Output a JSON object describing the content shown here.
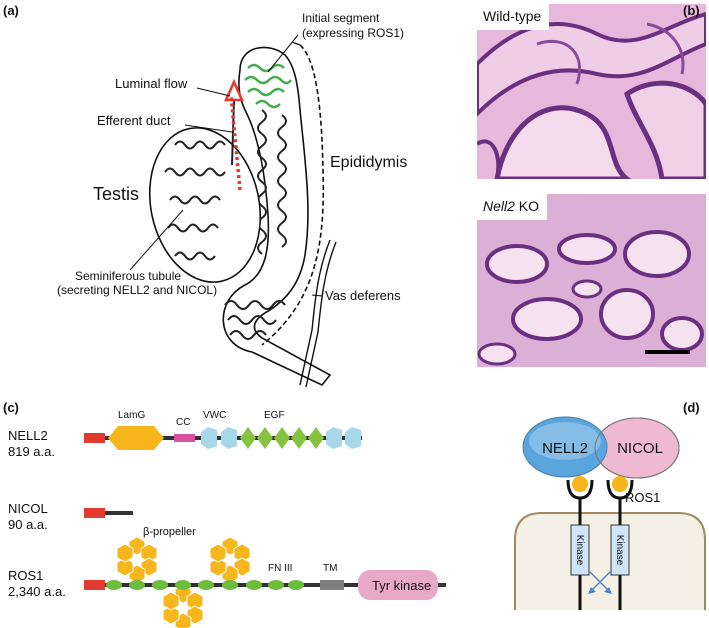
{
  "panels": {
    "a": "(a)",
    "b": "(b)",
    "c": "(c)",
    "d": "(d)"
  },
  "panel_a": {
    "initial_segment": "Initial segment",
    "initial_segment_sub": "(expressing ROS1)",
    "luminal_flow": "Luminal flow",
    "efferent_duct": "Efferent duct",
    "epididymis": "Epididymis",
    "testis": "Testis",
    "seminiferous": "Seminiferous tubule",
    "seminiferous_sub": "(secreting NELL2 and NICOL)",
    "vas_deferens": "Vas deferens"
  },
  "panel_b": {
    "wild_type": "Wild-type",
    "ko_gene": "Nell2",
    "ko_suffix": " KO"
  },
  "panel_c": {
    "nell2_name": "NELL2",
    "nell2_len": "819 a.a.",
    "nicol_name": "NICOL",
    "nicol_len": "90 a.a.",
    "ros1_name": "ROS1",
    "ros1_len": "2,340 a.a.",
    "lamg": "LamG",
    "cc": "CC",
    "vwc": "VWC",
    "egf": "EGF",
    "beta_propeller": "β-propeller",
    "fn3": "FN III",
    "tm": "TM",
    "tyr_kinase": "Tyr kinase"
  },
  "panel_d": {
    "nell2": "NELL2",
    "nicol": "NICOL",
    "ros1": "ROS1",
    "kinase": "Kinase"
  },
  "colors": {
    "signal_red": "#e23a2e",
    "lamg_orange": "#f6b61c",
    "cc_pink": "#d9529f",
    "vwc_blue": "#a7d8ea",
    "egf_green": "#86c440",
    "fn_green": "#6cbd3a",
    "tm_gray": "#808080",
    "kinase_pink": "#e8a9c9",
    "nell2_blue": "#5aa5dc",
    "nicol_pink": "#f0b9d2",
    "tubule_green": "#3fae49",
    "cell_fill": "#f5f0e6",
    "cell_stroke": "#a08a60",
    "he_pink": "#d9a3cf",
    "he_purple": "#7d3f8f"
  }
}
